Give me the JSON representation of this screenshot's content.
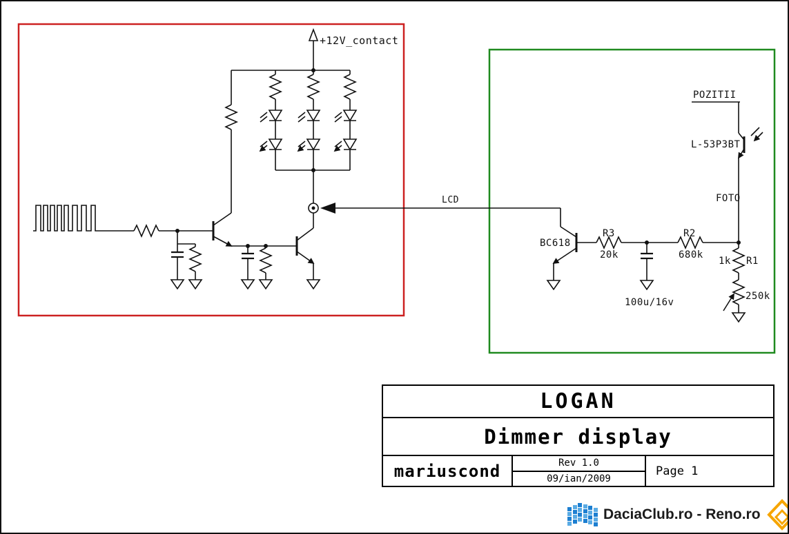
{
  "schematic": {
    "boxes": {
      "driver_color": "#cc2121",
      "sensor_color": "#1f8a1f"
    },
    "labels": {
      "supply": "+12V_contact",
      "lcd": "LCD",
      "pozitii": "POZITII",
      "photo_part": "L-53P3BT",
      "foto": "FOTO",
      "driver_transistor": "BC618",
      "r3_name": "R3",
      "r3_value": "20k",
      "r2_name": "R2",
      "r2_value": "680k",
      "r1_value": "1k",
      "r1_name": "R1",
      "pot_value": "250k",
      "cap_value": "100u/16v"
    }
  },
  "title_block": {
    "project": "LOGAN",
    "title": "Dimmer display",
    "author": "mariuscond",
    "revision": "Rev 1.0",
    "date": "09/ian/2009",
    "page": "Page 1"
  },
  "footer": {
    "brand": "DaciaClub.ro - Reno.ro",
    "left_logo": "daciaclub-pixel-flag-logo",
    "right_logo": "reno-diamond-logo"
  }
}
